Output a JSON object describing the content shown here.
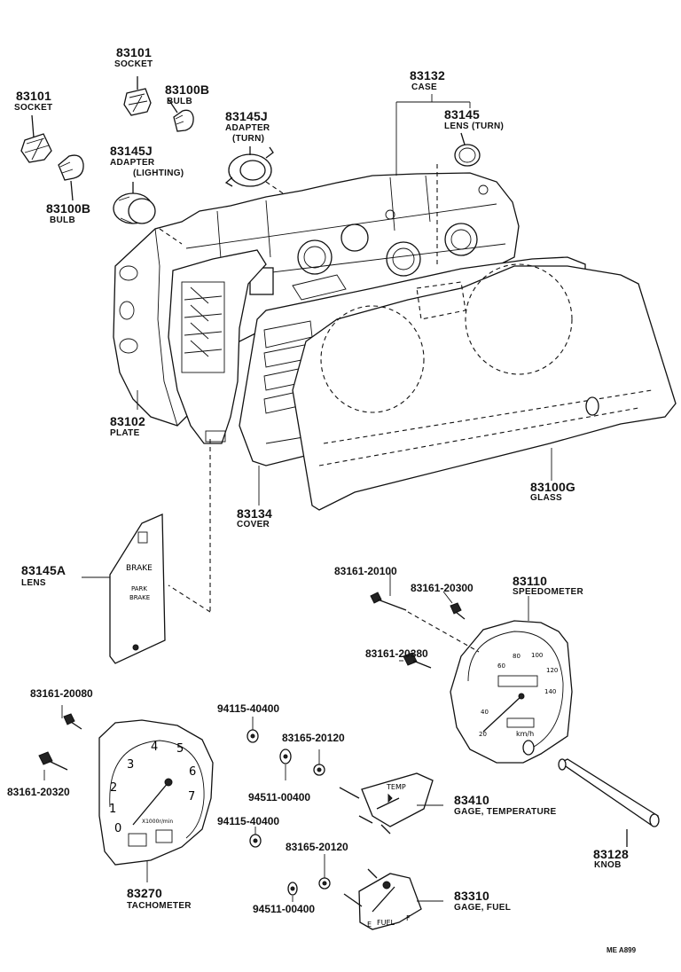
{
  "parts": {
    "socket_top": {
      "number": "83101",
      "name": "SOCKET"
    },
    "socket_left": {
      "number": "83101",
      "name": "SOCKET"
    },
    "bulb_top": {
      "number": "83100B",
      "name": "BULB"
    },
    "bulb_left": {
      "number": "83100B",
      "name": "BULB"
    },
    "adapter_turn": {
      "number": "83145J",
      "name": "ADAPTER",
      "name2": "(TURN)"
    },
    "adapter_lighting": {
      "number": "83145J",
      "name": "ADAPTER",
      "name2": "(LIGHTING)"
    },
    "case": {
      "number": "83132",
      "name": "CASE"
    },
    "lens_turn": {
      "number": "83145",
      "name": "LENS (TURN)"
    },
    "plate": {
      "number": "83102",
      "name": "PLATE"
    },
    "cover": {
      "number": "83134",
      "name": "COVER"
    },
    "glass": {
      "number": "83100G",
      "name": "GLASS"
    },
    "lens": {
      "number": "83145A",
      "name": "LENS"
    },
    "speedometer": {
      "number": "83110",
      "name": "SPEEDOMETER"
    },
    "tachometer": {
      "number": "83270",
      "name": "TACHOMETER"
    },
    "gage_temp": {
      "number": "83410",
      "name": "GAGE, TEMPERATURE"
    },
    "gage_fuel": {
      "number": "83310",
      "name": "GAGE, FUEL"
    },
    "knob": {
      "number": "83128",
      "name": "KNOB"
    }
  },
  "fasteners": {
    "screw_20100": "83161-20100",
    "screw_20300": "83161-20300",
    "screw_20380": "83161-20380",
    "screw_20080": "83161-20080",
    "screw_20320": "83161-20320",
    "washer_40400_a": "94115-40400",
    "washer_40400_b": "94115-40400",
    "nut_20120_a": "83165-20120",
    "nut_20120_b": "83165-20120",
    "nut_00400_a": "94511-00400",
    "nut_00400_b": "94511-00400"
  },
  "lens_text": {
    "brake": "BRAKE",
    "park": "PARK",
    "brake2": "BRAKE"
  },
  "tach_dial": [
    "0",
    "1",
    "2",
    "3",
    "4",
    "5",
    "6",
    "7"
  ],
  "tach_text": "X1000r/min",
  "speedo_dial": [
    "20",
    "40",
    "60",
    "80",
    "100",
    "120",
    "140"
  ],
  "speedo_unit": "km/h",
  "temp_text": "TEMP",
  "fuel_text": "FUEL",
  "fuel_e": "E",
  "fuel_f": "F",
  "footer_code": "ME  A899"
}
